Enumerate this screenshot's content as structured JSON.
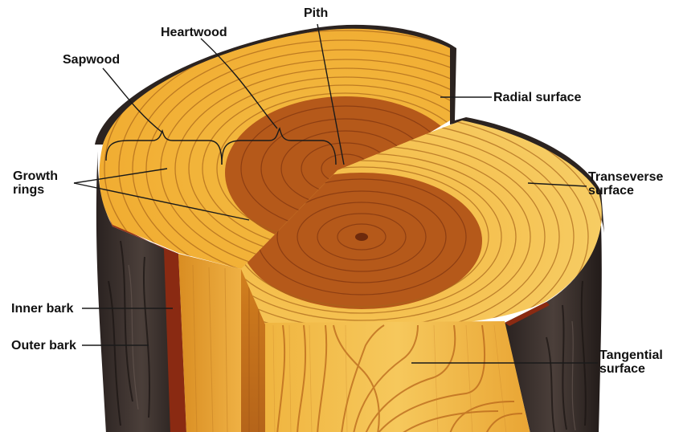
{
  "labels": {
    "pith": "Pith",
    "heartwood": "Heartwood",
    "sapwood": "Sapwood",
    "growth_rings": "Growth\nrings",
    "radial_surface": "Radial surface",
    "transverse_surface": "Transeverse\nsurface",
    "inner_bark": "Inner bark",
    "outer_bark": "Outer bark",
    "tangential_surface": "Tangential\nsurface"
  },
  "colors": {
    "bark_dark": "#2b2320",
    "bark_mid": "#4a3d38",
    "inner_bark": "#8a2a12",
    "sapwood": "#f2b233",
    "sapwood_light": "#f7d06a",
    "heartwood": "#b5591a",
    "heartwood_dark": "#8e3c10",
    "ring_line": "#a8641a",
    "leader_line": "#1a1a1a"
  }
}
